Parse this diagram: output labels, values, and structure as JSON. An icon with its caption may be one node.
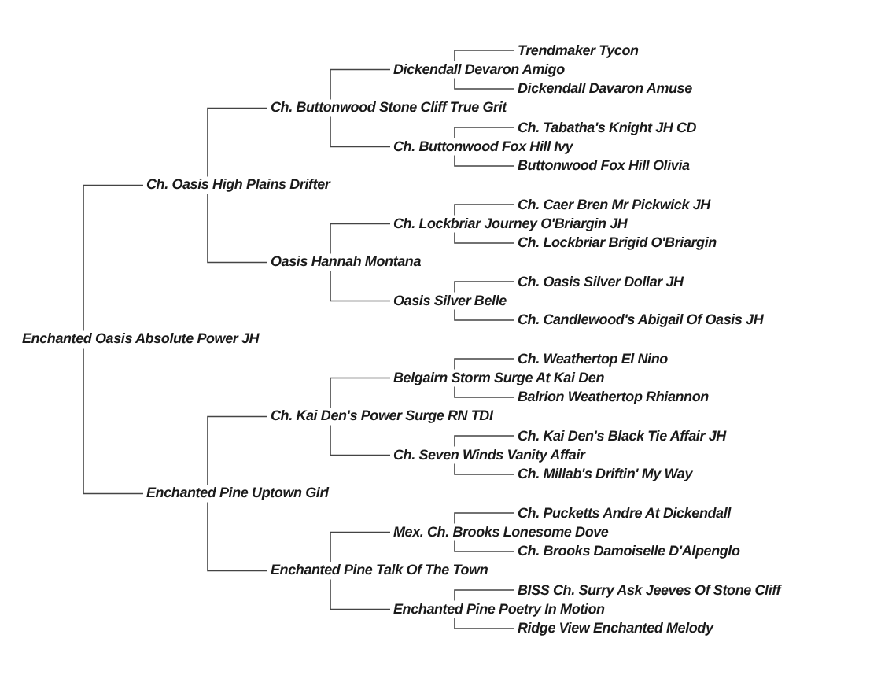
{
  "diagram": {
    "nodes": [
      {
        "text": [
          "Trendmaker Tycon"
        ]
      },
      {
        "text": [
          "Dickendall Devaron Amigo"
        ]
      },
      {
        "text": [
          "Dickendall Davaron Amuse"
        ]
      },
      {
        "text": [
          "Ch. Buttonwood Stone Cliff True Grit"
        ]
      },
      {
        "text": [
          "Ch. Tabatha's Knight JH CD"
        ]
      },
      {
        "text": [
          "Ch. Buttonwood Fox Hill Ivy"
        ]
      },
      {
        "text": [
          "Buttonwood Fox Hill Olivia"
        ]
      },
      {
        "text": [
          "Ch. Oasis High Plains Drifter"
        ]
      },
      {
        "text": [
          "Ch. Caer Bren Mr Pickwick JH"
        ]
      },
      {
        "text": [
          "Ch. Lockbriar Journey O'Briargin JH"
        ]
      },
      {
        "text": [
          "Ch. Lockbriar Brigid O'Briargin"
        ]
      },
      {
        "text": [
          "Oasis Hannah Montana"
        ]
      },
      {
        "text": [
          "Ch. Oasis Silver Dollar JH"
        ]
      },
      {
        "text": [
          "Oasis Silver Belle"
        ]
      },
      {
        "text": [
          "Ch. Candlewood's Abigail Of Oasis JH"
        ]
      },
      {
        "text": [
          "Enchanted Oasis Absolute Power JH"
        ]
      },
      {
        "text": [
          "Ch. Weathertop El Nino"
        ]
      },
      {
        "text": [
          "Belgairn Storm Surge At Kai Den"
        ]
      },
      {
        "text": [
          "Balrion Weathertop Rhiannon"
        ]
      },
      {
        "text": [
          "Ch. Kai Den's Power Surge RN TDI"
        ]
      },
      {
        "text": [
          "Ch. Kai Den's Black Tie Affair JH"
        ]
      },
      {
        "text": [
          "Ch. Seven Winds Vanity Affair"
        ]
      },
      {
        "text": [
          "Ch. Millab's Driftin' My Way"
        ]
      },
      {
        "text": [
          "Enchanted Pine Uptown Girl"
        ]
      },
      {
        "text": [
          "Ch. Pucketts Andre At Dickendall"
        ]
      },
      {
        "text": [
          "Mex. Ch. Brooks Lonesome Dove"
        ]
      },
      {
        "text": [
          "Ch. Brooks Damoiselle D'Alpenglo"
        ]
      },
      {
        "text": [
          "Enchanted Pine Talk Of The Town"
        ]
      },
      {
        "text": [
          "BISS Ch. Surry Ask Jeeves Of Stone Cliff"
        ]
      },
      {
        "text": [
          "Enchanted Pine Poetry In Motion"
        ]
      },
      {
        "text": [
          "Ridge View Enchanted Melody"
        ]
      }
    ],
    "edges": [
      {
        "from": 15,
        "to": 7,
        "arrow": "none"
      },
      {
        "from": 15,
        "to": 23,
        "arrow": "none"
      },
      {
        "from": 7,
        "to": 3,
        "arrow": "none"
      },
      {
        "from": 7,
        "to": 11,
        "arrow": "none"
      },
      {
        "from": 23,
        "to": 19,
        "arrow": "none"
      },
      {
        "from": 23,
        "to": 27,
        "arrow": "none"
      },
      {
        "from": 3,
        "to": 1,
        "arrow": "none"
      },
      {
        "from": 3,
        "to": 5,
        "arrow": "none"
      },
      {
        "from": 11,
        "to": 9,
        "arrow": "none"
      },
      {
        "from": 11,
        "to": 13,
        "arrow": "none"
      },
      {
        "from": 19,
        "to": 17,
        "arrow": "none"
      },
      {
        "from": 19,
        "to": 21,
        "arrow": "none"
      },
      {
        "from": 27,
        "to": 25,
        "arrow": "none"
      },
      {
        "from": 27,
        "to": 29,
        "arrow": "none"
      },
      {
        "from": 1,
        "to": 0,
        "arrow": "none"
      },
      {
        "from": 1,
        "to": 2,
        "arrow": "none"
      },
      {
        "from": 5,
        "to": 4,
        "arrow": "none"
      },
      {
        "from": 5,
        "to": 6,
        "arrow": "none"
      },
      {
        "from": 9,
        "to": 8,
        "arrow": "none"
      },
      {
        "from": 9,
        "to": 10,
        "arrow": "none"
      },
      {
        "from": 13,
        "to": 12,
        "arrow": "none"
      },
      {
        "from": 13,
        "to": 14,
        "arrow": "none"
      },
      {
        "from": 17,
        "to": 16,
        "arrow": "none"
      },
      {
        "from": 17,
        "to": 18,
        "arrow": "none"
      },
      {
        "from": 21,
        "to": 20,
        "arrow": "none"
      },
      {
        "from": 21,
        "to": 22,
        "arrow": "none"
      },
      {
        "from": 25,
        "to": 24,
        "arrow": "none"
      },
      {
        "from": 25,
        "to": 26,
        "arrow": "none"
      },
      {
        "from": 29,
        "to": 28,
        "arrow": "none"
      },
      {
        "from": 29,
        "to": 30,
        "arrow": "none"
      }
    ]
  }
}
